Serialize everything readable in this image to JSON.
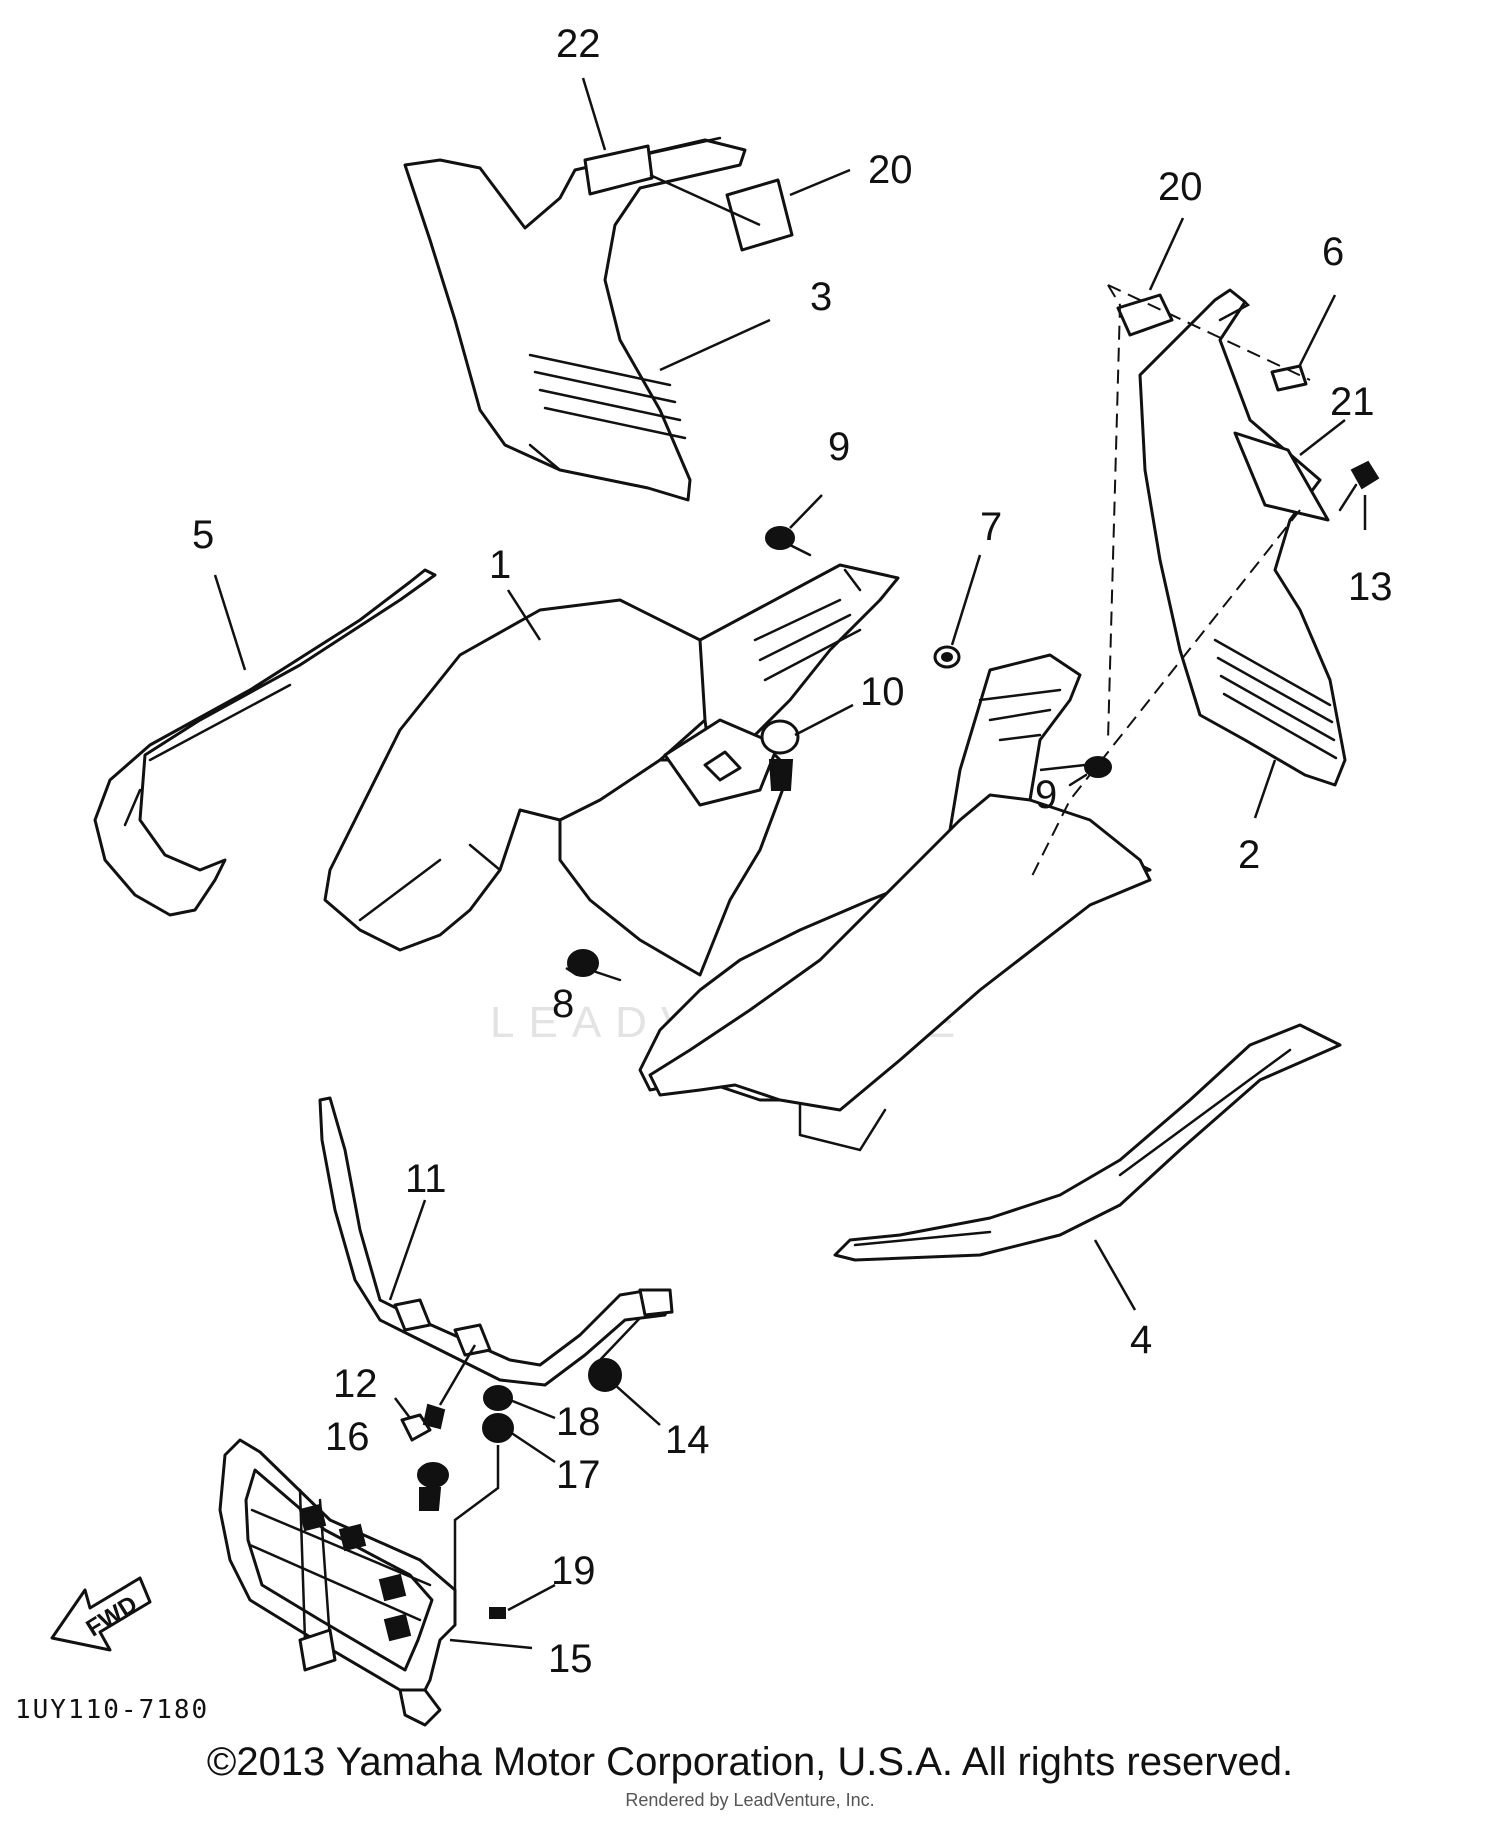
{
  "callouts": {
    "c1": "1",
    "c2": "2",
    "c3": "3",
    "c4": "4",
    "c5": "5",
    "c6": "6",
    "c7": "7",
    "c8": "8",
    "c9a": "9",
    "c9b": "9",
    "c10": "10",
    "c11": "11",
    "c12": "12",
    "c13": "13",
    "c14": "14",
    "c15": "15",
    "c16": "16",
    "c17": "17",
    "c18": "18",
    "c19": "19",
    "c20a": "20",
    "c20b": "20",
    "c21": "21",
    "c22": "22"
  },
  "fwd_label": "FWD",
  "diagram_code": "1UY110-7180",
  "watermark": "LEADVENTURE",
  "copyright": "©2013 Yamaha Motor Corporation, U.S.A. All rights reserved.",
  "rendered_by": "Rendered by LeadVenture, Inc."
}
